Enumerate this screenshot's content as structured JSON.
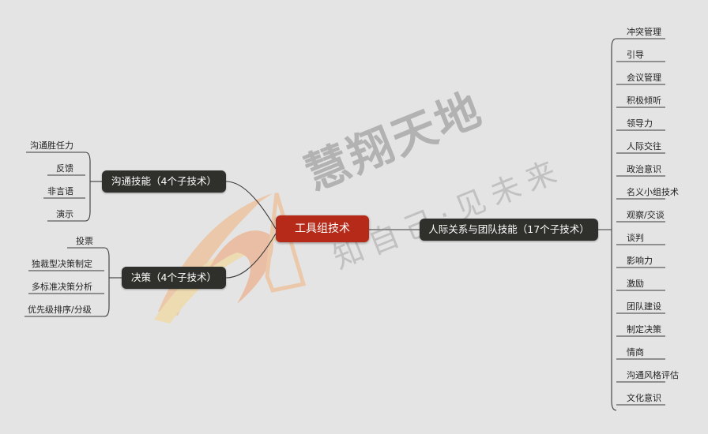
{
  "center": {
    "label": "工具组技术"
  },
  "branches": {
    "communication": {
      "label": "沟通技能（4个子技术）",
      "children": [
        "沟通胜任力",
        "反馈",
        "非言语",
        "演示"
      ]
    },
    "decision": {
      "label": "决策（4个子技术）",
      "children": [
        "投票",
        "独裁型决策制定",
        "多标准决策分析",
        "优先级排序/分级"
      ]
    },
    "interpersonal": {
      "label": "人际关系与团队技能（17个子技术）",
      "children": [
        "冲突管理",
        "引导",
        "会议管理",
        "积极倾听",
        "领导力",
        "人际交往",
        "政治意识",
        "名义小组技术",
        "观察/交谈",
        "谈判",
        "影响力",
        "激励",
        "团队建设",
        "制定决策",
        "情商",
        "沟通风格评估",
        "文化意识"
      ]
    }
  },
  "watermark": {
    "title": "慧翔天地",
    "slogan": "知自己·见未来"
  },
  "colors": {
    "background": "#e4e4e4",
    "center": "#b52a18",
    "node": "#2f2f2c",
    "line": "#3a3a3a",
    "logo_orange": "#f0a070",
    "logo_yellow": "#f6d48a"
  }
}
